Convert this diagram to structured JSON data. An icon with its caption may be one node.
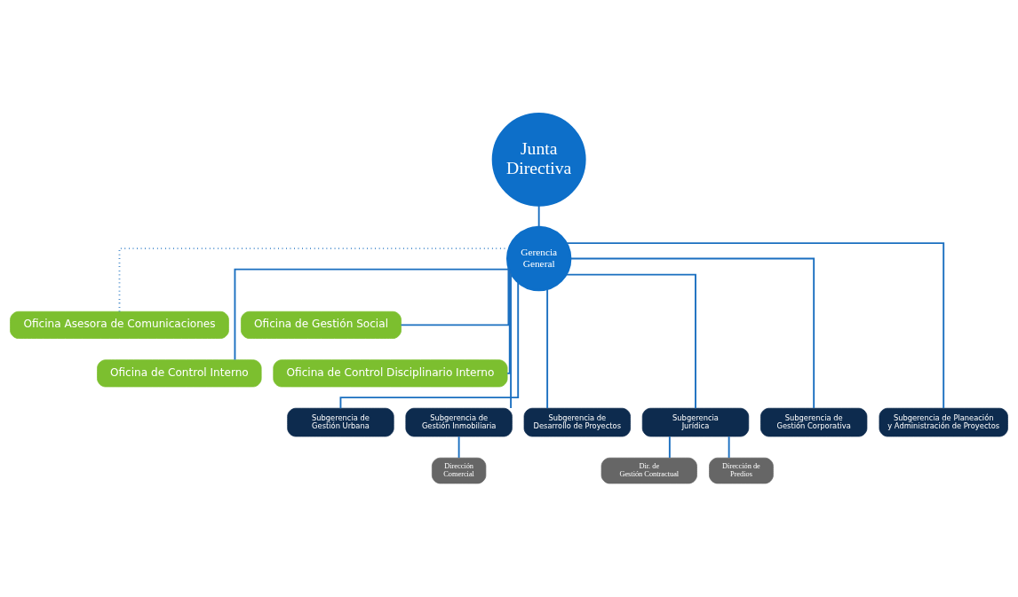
{
  "diagram": {
    "nodes": [
      {
        "text": [
          "Junta Directiva"
        ]
      },
      {
        "text": [
          "Gerencia General"
        ]
      },
      {
        "text": [
          "Oficina Asesora de Comunicaciones"
        ]
      },
      {
        "text": [
          "Oficina de Gestión Social"
        ]
      },
      {
        "text": [
          "Oficina de Control Interno"
        ]
      },
      {
        "text": [
          "Oficina de Control Disciplinario Interno"
        ]
      },
      {
        "text": [
          "Subgerencia de Gestión Urbana"
        ]
      },
      {
        "text": [
          "Subgerencia de Gestión Inmobiliaria"
        ]
      },
      {
        "text": [
          "Subgerencia de Desarrollo de Proyectos"
        ]
      },
      {
        "text": [
          "Subgerencia Jurídica"
        ]
      },
      {
        "text": [
          "Subgerencia de Gestión Corporativa"
        ]
      },
      {
        "text": [
          "Subgerencia de Planeación y Administración de Proyectos"
        ]
      },
      {
        "text": [
          "Dirección Comercial"
        ]
      },
      {
        "text": [
          "Dir. de Gestión Contractual"
        ]
      },
      {
        "text": [
          "Dirección de Predios"
        ]
      }
    ],
    "edges": [
      {
        "from": 0,
        "to": 1,
        "arrow": "none"
      },
      {
        "from": 1,
        "to": 2,
        "arrow": "none",
        "style": "dashed"
      },
      {
        "from": 1,
        "to": 3,
        "arrow": "none"
      },
      {
        "from": 1,
        "to": 4,
        "arrow": "none"
      },
      {
        "from": 1,
        "to": 5,
        "arrow": "none"
      },
      {
        "from": 1,
        "to": 6,
        "arrow": "none"
      },
      {
        "from": 1,
        "to": 7,
        "arrow": "none"
      },
      {
        "from": 1,
        "to": 8,
        "arrow": "none"
      },
      {
        "from": 1,
        "to": 9,
        "arrow": "none"
      },
      {
        "from": 1,
        "to": 10,
        "arrow": "none"
      },
      {
        "from": 1,
        "to": 11,
        "arrow": "none"
      },
      {
        "from": 7,
        "to": 12,
        "arrow": "none"
      },
      {
        "from": 9,
        "to": 13,
        "arrow": "none"
      },
      {
        "from": 9,
        "to": 14,
        "arrow": "none"
      }
    ]
  }
}
